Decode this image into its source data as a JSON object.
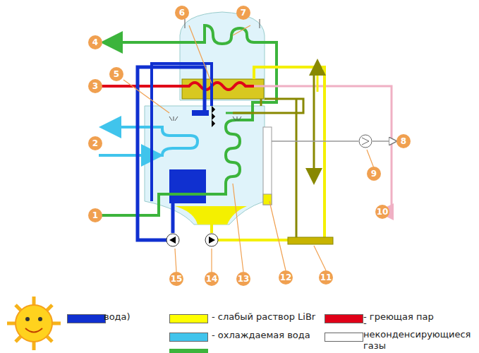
{
  "diagram": {
    "labels": [
      "6",
      "7",
      "4",
      "5",
      "3",
      "2",
      "1",
      "15",
      "14",
      "13",
      "12",
      "11",
      "10",
      "9",
      "8"
    ],
    "legend": [
      {
        "text": "вода)",
        "color": "#1030d0"
      },
      {
        "text": "- слабый раствор LiBr",
        "color": "#ffff00"
      },
      {
        "text": "- охлаждаемая вода",
        "color": "#40c4ec"
      },
      {
        "text": "- греющая пар",
        "color": "#e00018"
      },
      {
        "text": "- неконденсирующиеся газы",
        "color": "#ffffff"
      }
    ]
  }
}
